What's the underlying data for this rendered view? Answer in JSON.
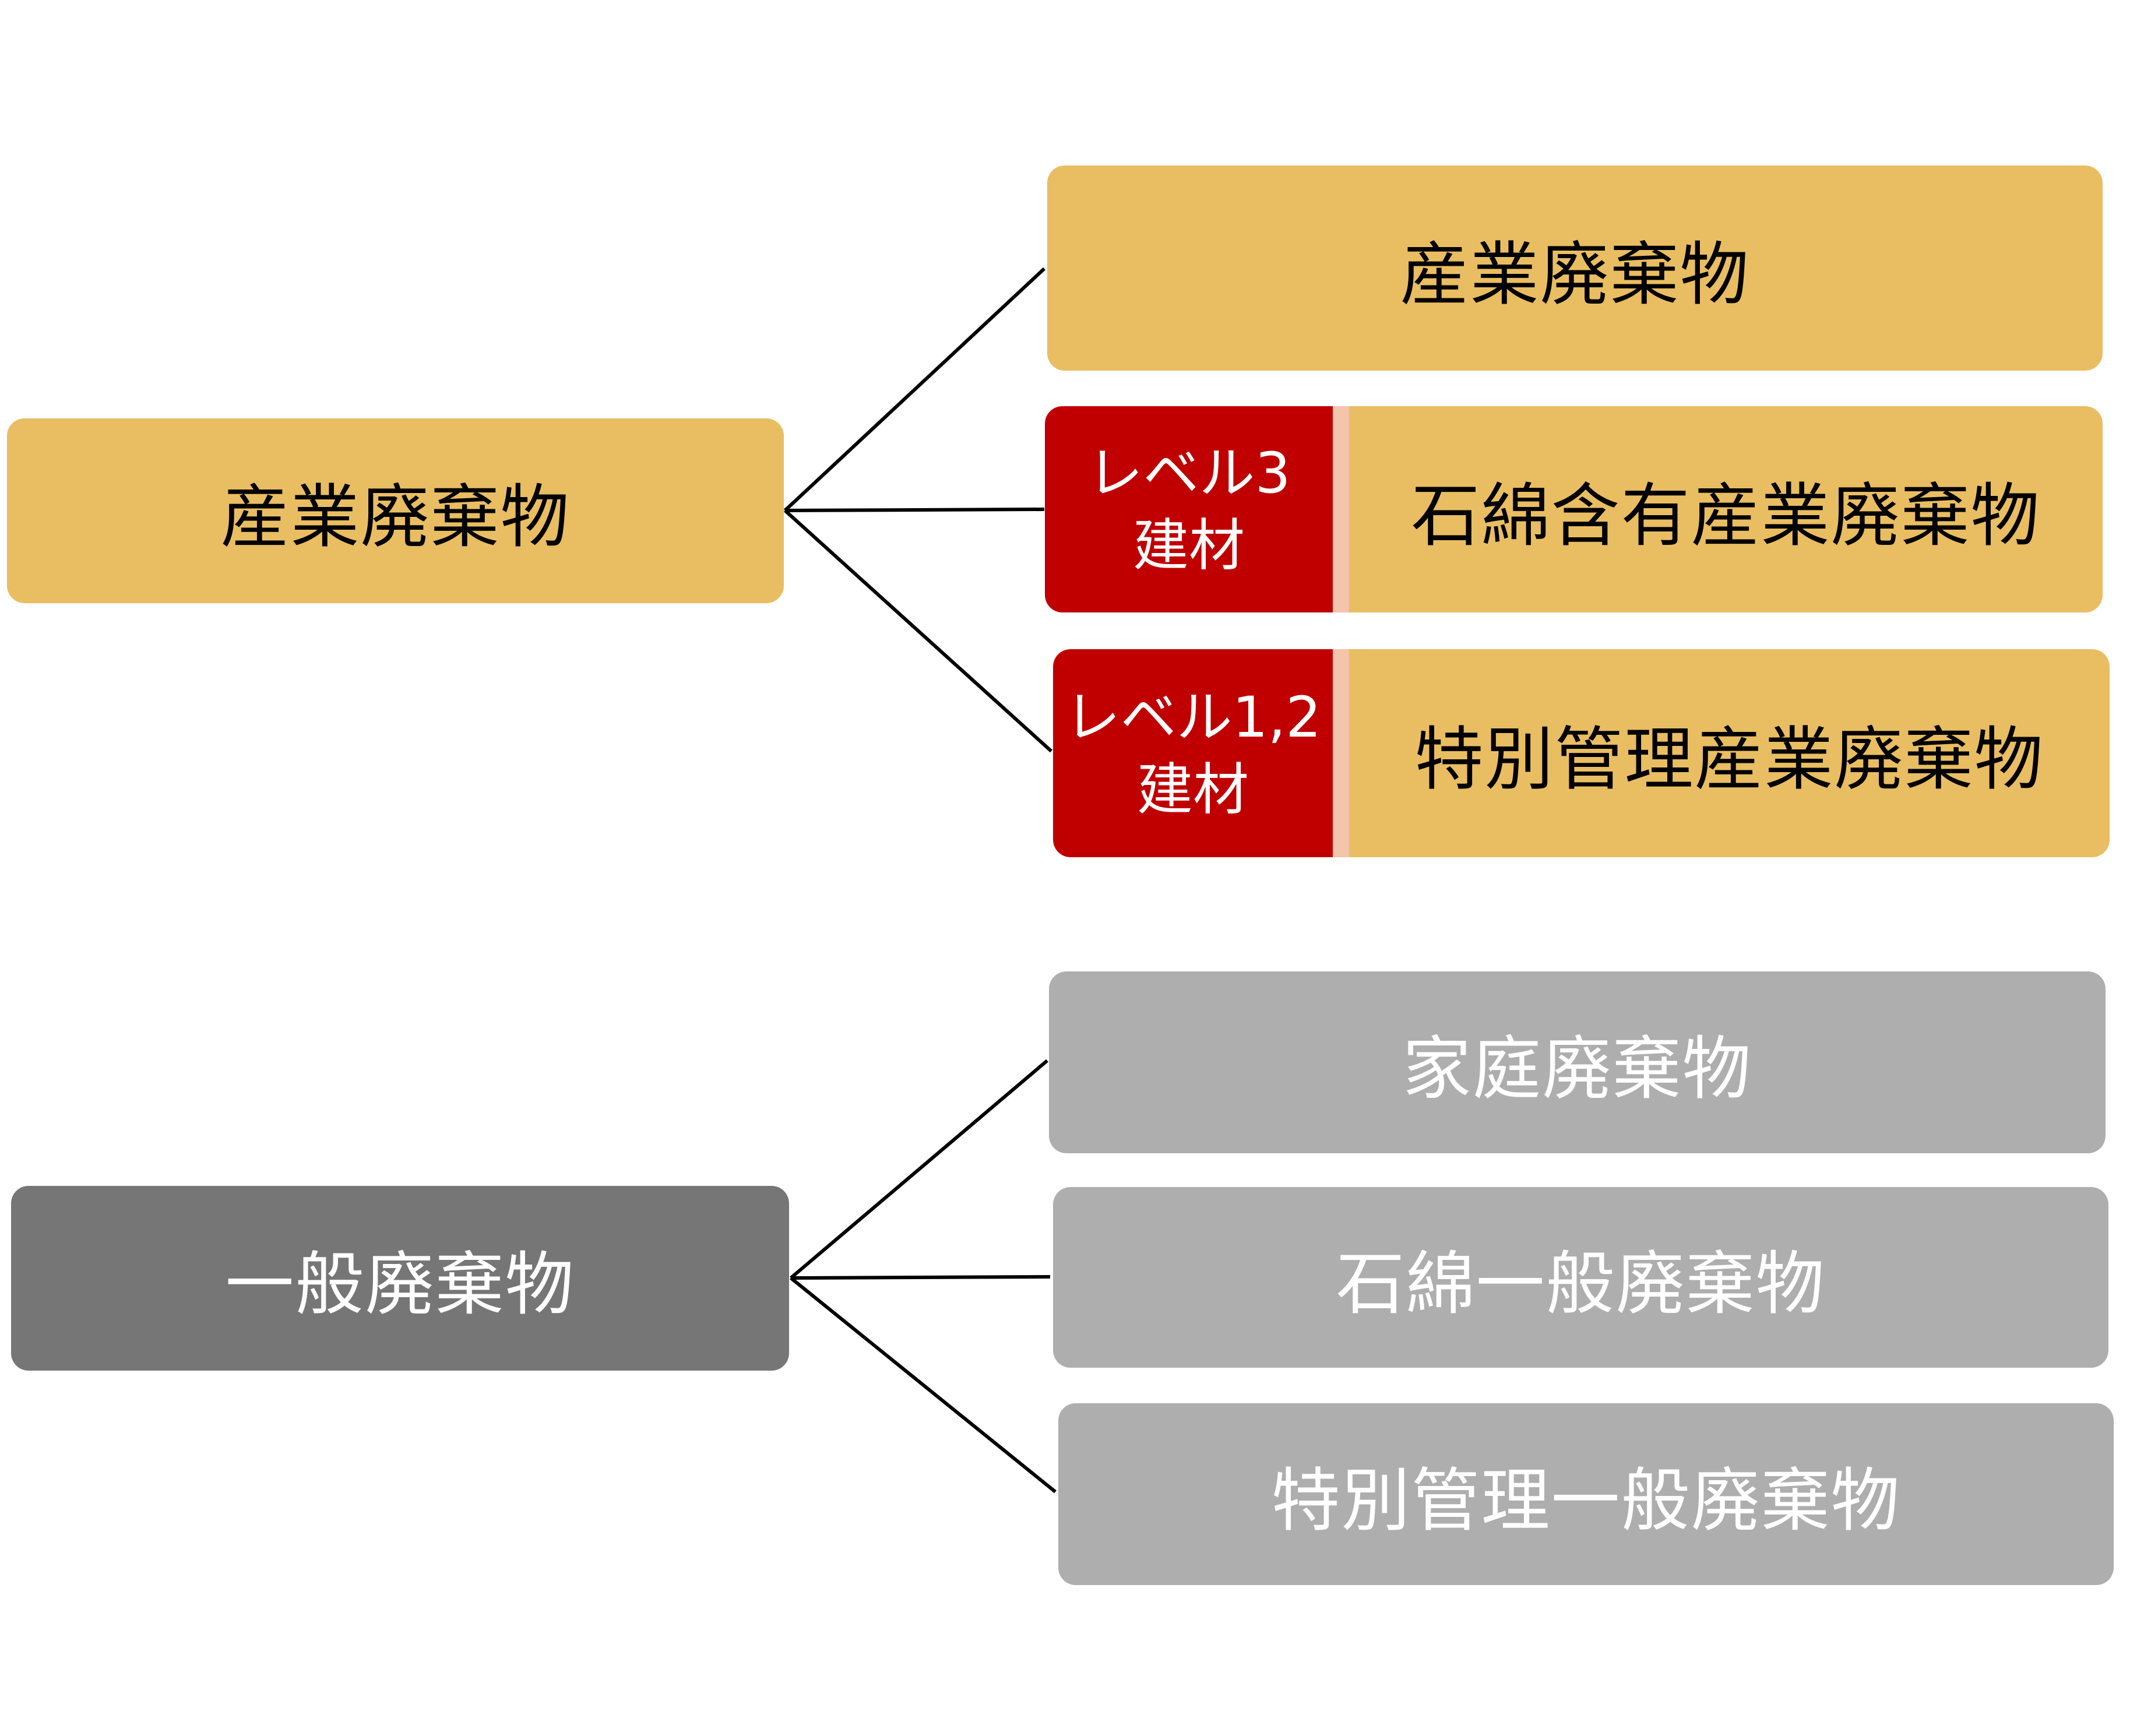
{
  "diagram": {
    "groups": [
      {
        "parent": {
          "label": "産業廃棄物",
          "color": "#E9BD62",
          "text_color": "#000000"
        },
        "children": [
          {
            "label": "産業廃棄物",
            "tag": null
          },
          {
            "label": "石綿含有産業廃棄物",
            "tag": {
              "line1": "レベル3",
              "line2": "建材",
              "color": "#C00000"
            }
          },
          {
            "label": "特別管理産業廃棄物",
            "tag": {
              "line1": "レベル1,2",
              "line2": "建材",
              "color": "#C00000"
            }
          }
        ]
      },
      {
        "parent": {
          "label": "一般廃棄物",
          "color": "#767676",
          "text_color": "#FFFFFF"
        },
        "children": [
          {
            "label": "家庭廃棄物"
          },
          {
            "label": "石綿一般廃棄物"
          },
          {
            "label": "特別管理一般廃棄物"
          }
        ]
      }
    ],
    "colors": {
      "industrial": "#E9BD62",
      "general_parent": "#767676",
      "general_child": "#AEAEAE",
      "tag": "#C00000",
      "tag_divider": "#F4C4AC",
      "connector": "#000000"
    }
  }
}
